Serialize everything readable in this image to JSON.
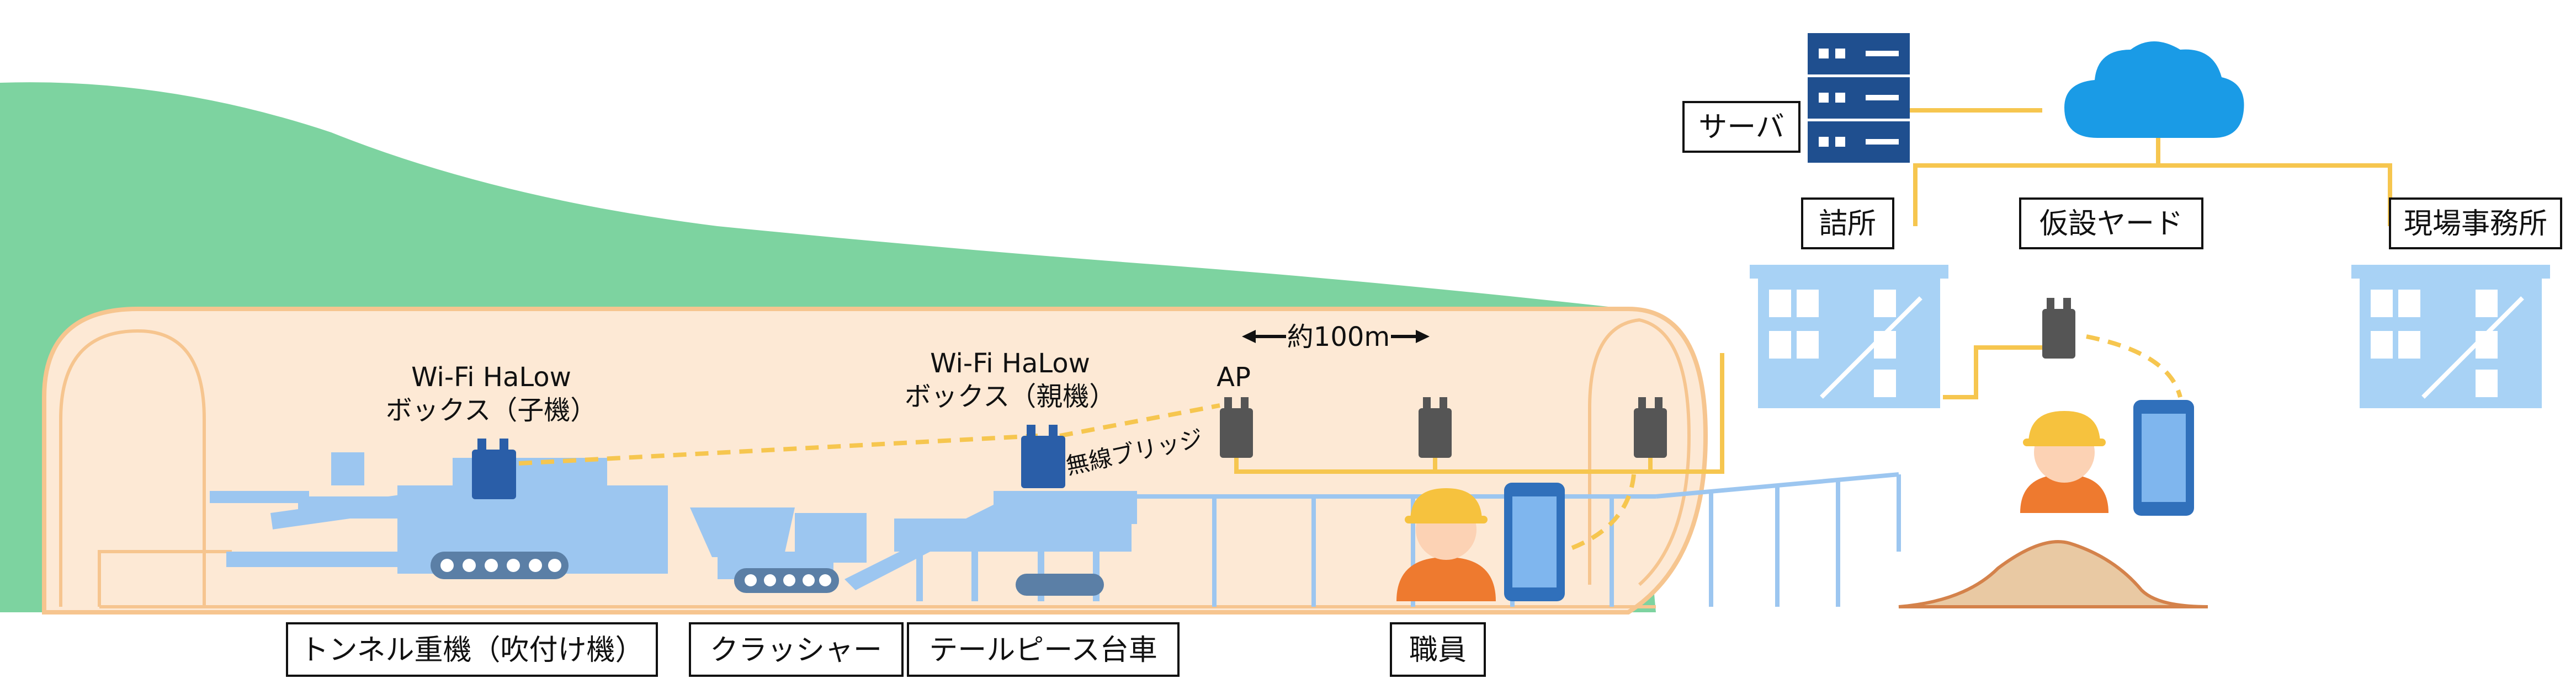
{
  "labels": {
    "child_box_line1": "Wi-Fi HaLow",
    "child_box_line2": "ボックス（子機）",
    "parent_box_line1": "Wi-Fi HaLow",
    "parent_box_line2": "ボックス（親機）",
    "wireless_bridge": "無線ブリッジ",
    "ap": "AP",
    "distance": "約100m",
    "server": "サーバ",
    "site_office": "詰所",
    "temp_yard": "仮設ヤード",
    "field_office": "現場事務所",
    "tunnel_machine": "トンネル重機（吹付け機）",
    "crusher": "クラッシャー",
    "tail_piece": "テールピース台車",
    "staff": "職員"
  },
  "colors": {
    "mountain": "#7dd3a0",
    "tunnel_fill": "#fde9d5",
    "tunnel_edge": "#f6c58f",
    "machine": "#9cc6f0",
    "wire": "#f6c64f",
    "device_dark": "#555555",
    "halow_box": "#2a5ea8",
    "server": "#1f4f8f",
    "cloud": "#1a9be6",
    "building": "#a8d2f5",
    "worker_skin": "#fcd2b4",
    "worker_body": "#ee7a2f",
    "helmet": "#f6c23e",
    "phone": "#3070bb",
    "sand": "#e9c9a3"
  },
  "icons": [
    "server-icon",
    "cloud-icon",
    "building-icon",
    "ap-device-icon",
    "halow-box-icon",
    "worker-icon",
    "smartphone-icon"
  ]
}
